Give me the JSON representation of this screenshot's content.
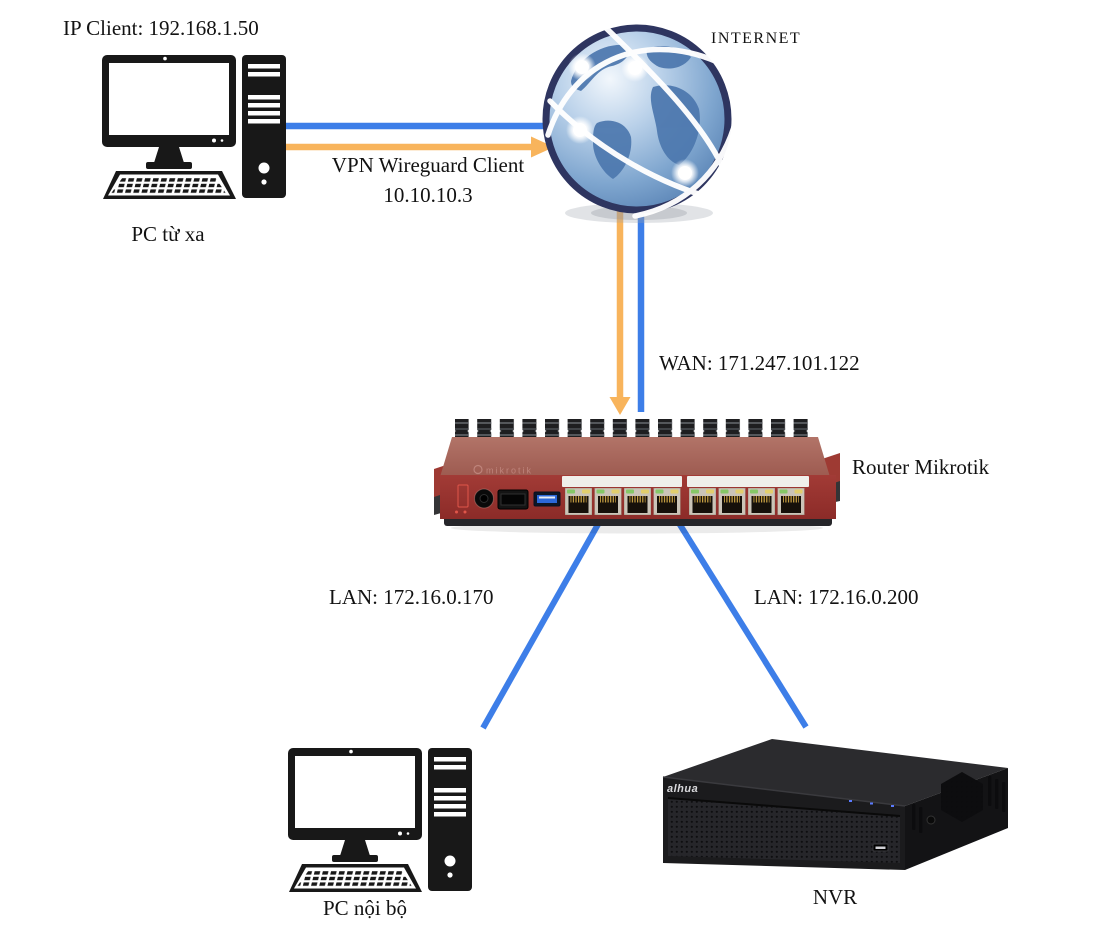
{
  "diagram": {
    "nodes": {
      "remote_pc": {
        "caption": "IP Client: 192.168.1.50",
        "label": "PC từ xa"
      },
      "internet": {
        "label": "INTERNET"
      },
      "router": {
        "label": "Router Mikrotik",
        "brand": "mikrotik"
      },
      "local_pc": {
        "label": "PC nội bộ"
      },
      "nvr": {
        "label": "NVR",
        "brand": "alhua"
      }
    },
    "links": {
      "vpn": {
        "line1": "VPN Wireguard Client",
        "line2": "10.10.10.3"
      },
      "wan": {
        "label": "WAN: 171.247.101.122"
      },
      "lan_pc": {
        "label": "LAN: 172.16.0.170"
      },
      "lan_nvr": {
        "label": "LAN: 172.16.0.200"
      }
    },
    "colors": {
      "blue_line": "#3D7EE8",
      "orange_line": "#F8B45C",
      "router_red": "#9C3430",
      "router_top": "#A96A61",
      "globe_blue": "#5E87B8",
      "globe_ring": "#2E3560",
      "device_black": "#1A1A1A",
      "background": "#FFFFFF"
    }
  }
}
